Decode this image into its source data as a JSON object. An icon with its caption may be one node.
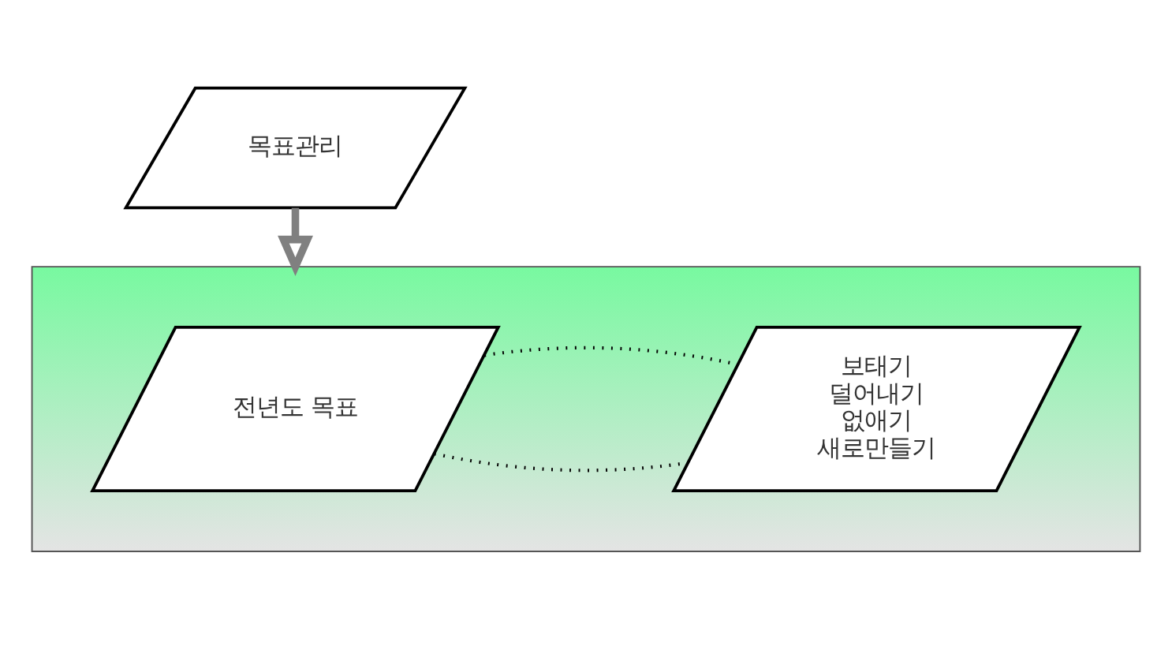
{
  "diagram": {
    "nodes": [
      {
        "text": [
          "목표관리"
        ]
      },
      {
        "text": [],
        "shape": "box"
      },
      {
        "text": [
          "전년도 목표"
        ],
        "in": 1
      },
      {
        "text": [
          "보태기",
          "덜어내기",
          "없애기",
          "새로만들기"
        ],
        "in": 1
      }
    ],
    "edges": [
      {
        "from": 0,
        "to": 1,
        "arrow": "to",
        "style": "thick",
        "color": "#808080"
      },
      {
        "from": 2,
        "to": 3,
        "arrow": "none",
        "style": "dashed"
      },
      {
        "from": 2,
        "to": 3,
        "arrow": "none",
        "style": "dashed"
      }
    ]
  }
}
